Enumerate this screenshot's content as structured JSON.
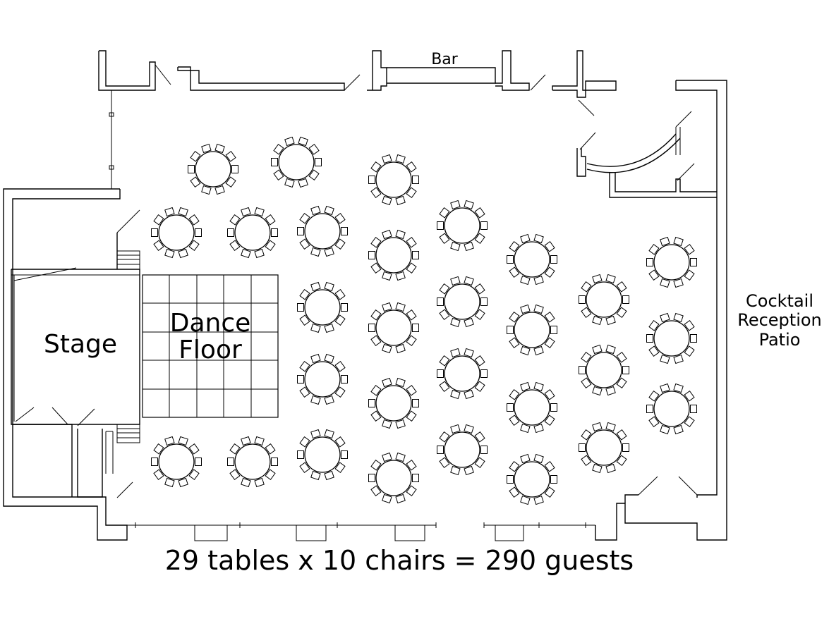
{
  "labels": {
    "bar": "Bar",
    "stage": "Stage",
    "dance_floor_line1": "Dance",
    "dance_floor_line2": "Floor",
    "patio_line1": "Cocktail",
    "patio_line2": "Reception",
    "patio_line3": "Patio",
    "summary": "29 tables x 10 chairs = 290 guests"
  },
  "seating": {
    "tables": 29,
    "chairs_per_table": 10,
    "guests": 290
  },
  "colors": {
    "line": "#000000",
    "background": "#ffffff"
  }
}
